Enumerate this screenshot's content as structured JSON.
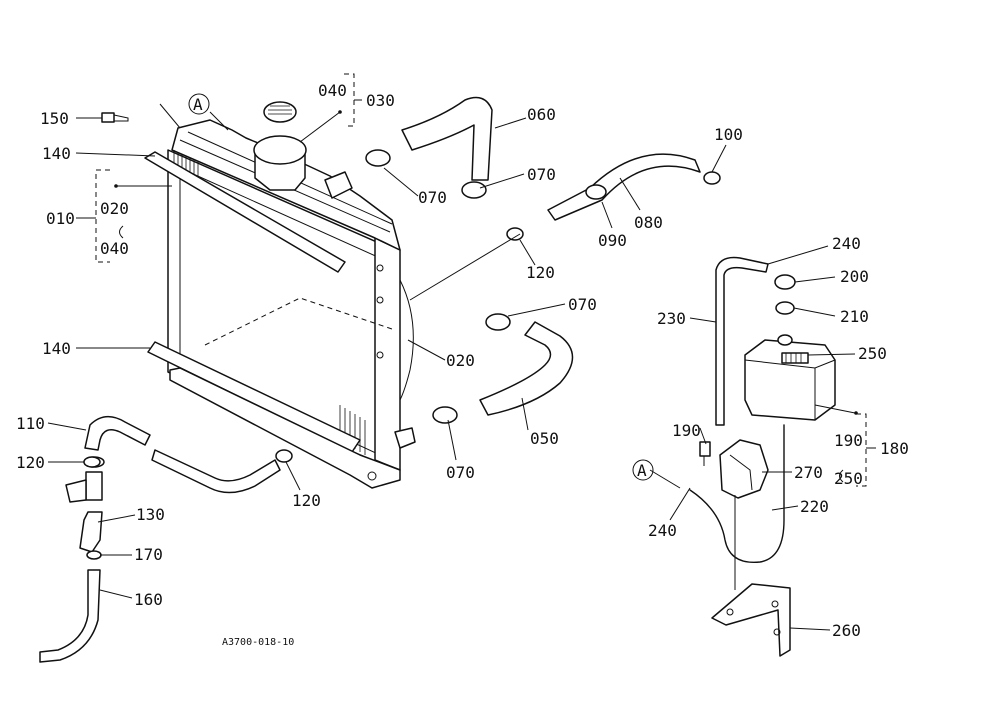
{
  "caption": "A3700-018-10",
  "callout": "A",
  "labels": {
    "l150": "150",
    "l140a": "140",
    "l140b": "140",
    "l010": "010",
    "l020a": "020",
    "l040b": "040",
    "l040": "040",
    "l030": "030",
    "l060": "060",
    "l070a": "070",
    "l070b": "070",
    "l070c": "070",
    "l070d": "070",
    "l100": "100",
    "l080": "080",
    "l090": "090",
    "l120a": "120",
    "l120b": "120",
    "l120c": "120",
    "l020b": "020",
    "l050": "050",
    "l110": "110",
    "l130": "130",
    "l170": "170",
    "l160": "160",
    "l240a": "240",
    "l240b": "240",
    "l200": "200",
    "l210": "210",
    "l230": "230",
    "l250a": "250",
    "l250b": "250",
    "l190a": "190",
    "l190b": "190",
    "l180": "180",
    "l270": "270",
    "l220": "220",
    "l260": "260"
  }
}
